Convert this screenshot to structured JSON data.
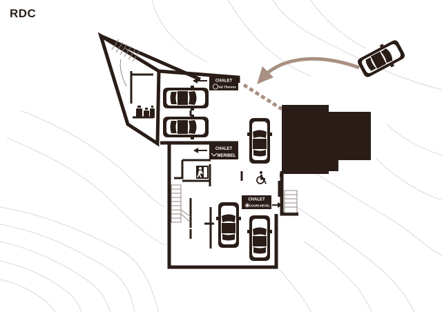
{
  "title": "RDC",
  "colors": {
    "wall": "#2a1d17",
    "building": "#2a1d17",
    "arrow": "#a89082",
    "contour": "#c9c9c9",
    "stairs": "#8f8680",
    "floor": "#ffffff"
  },
  "signs": [
    {
      "id": "sign-vallorens",
      "label": "CHALET",
      "sublabel": "Val Thorens",
      "icon": "logo-icon"
    },
    {
      "id": "sign-meribel",
      "label": "CHALET",
      "sublabel": "MERIBEL",
      "icon": "logo-icon"
    },
    {
      "id": "sign-courchevel",
      "label": "CHALET",
      "sublabel": "COURCHEVEL",
      "icon": "logo-icon"
    }
  ],
  "icons": [
    "car-icon",
    "wheelchair-icon",
    "emergency-exit-icon",
    "luggage-icon",
    "stairs-icon",
    "arrow-left-icon",
    "arrow-right-icon"
  ]
}
